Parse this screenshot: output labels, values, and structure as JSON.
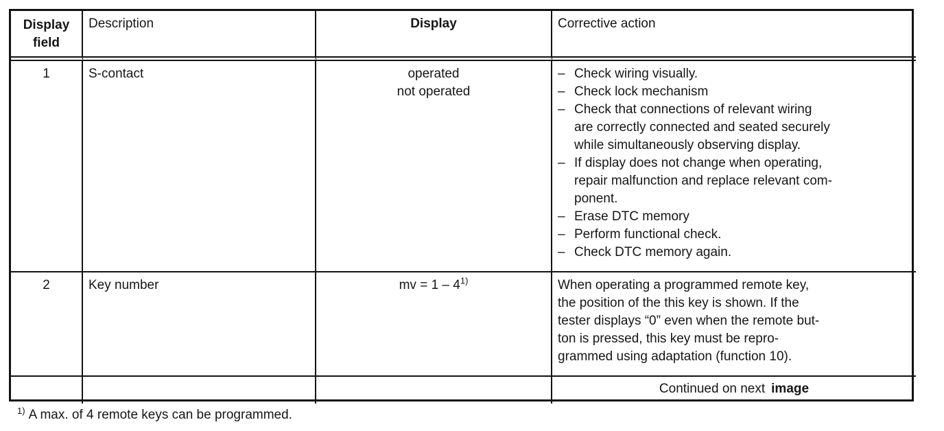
{
  "table": {
    "dash": "–",
    "headers": {
      "col1": "Display field",
      "col2": "Description",
      "col3": "Display",
      "col4": "Corrective action"
    },
    "rows": [
      {
        "field": "1",
        "description": "S-contact",
        "display_lines": [
          "operated",
          "not operated"
        ],
        "corrective_items": [
          "Check wiring visually.",
          "Check lock mechanism",
          "Check that connections of relevant wiring\nare correctly connected and seated securely\nwhile simultaneously observing display.",
          "If display does not change when operating,\nrepair malfunction and replace relevant com-\nponent.",
          "Erase DTC memory",
          "Perform functional check.",
          "Check DTC memory again."
        ]
      },
      {
        "field": "2",
        "description": "Key number",
        "display_value": "mv = 1 – 4",
        "display_sup": "1)",
        "corrective_text": "When operating a programmed remote key,\nthe position of the this key is shown.  If the\ntester displays “0” even when the remote but-\nton is pressed, this key must be repro-\ngrammed using adaptation (function 10)."
      }
    ],
    "footer": {
      "text": "Continued on next",
      "bold_text": "image"
    }
  },
  "footnote": {
    "marker": "1)",
    "text": "A max. of 4 remote keys can be programmed."
  }
}
